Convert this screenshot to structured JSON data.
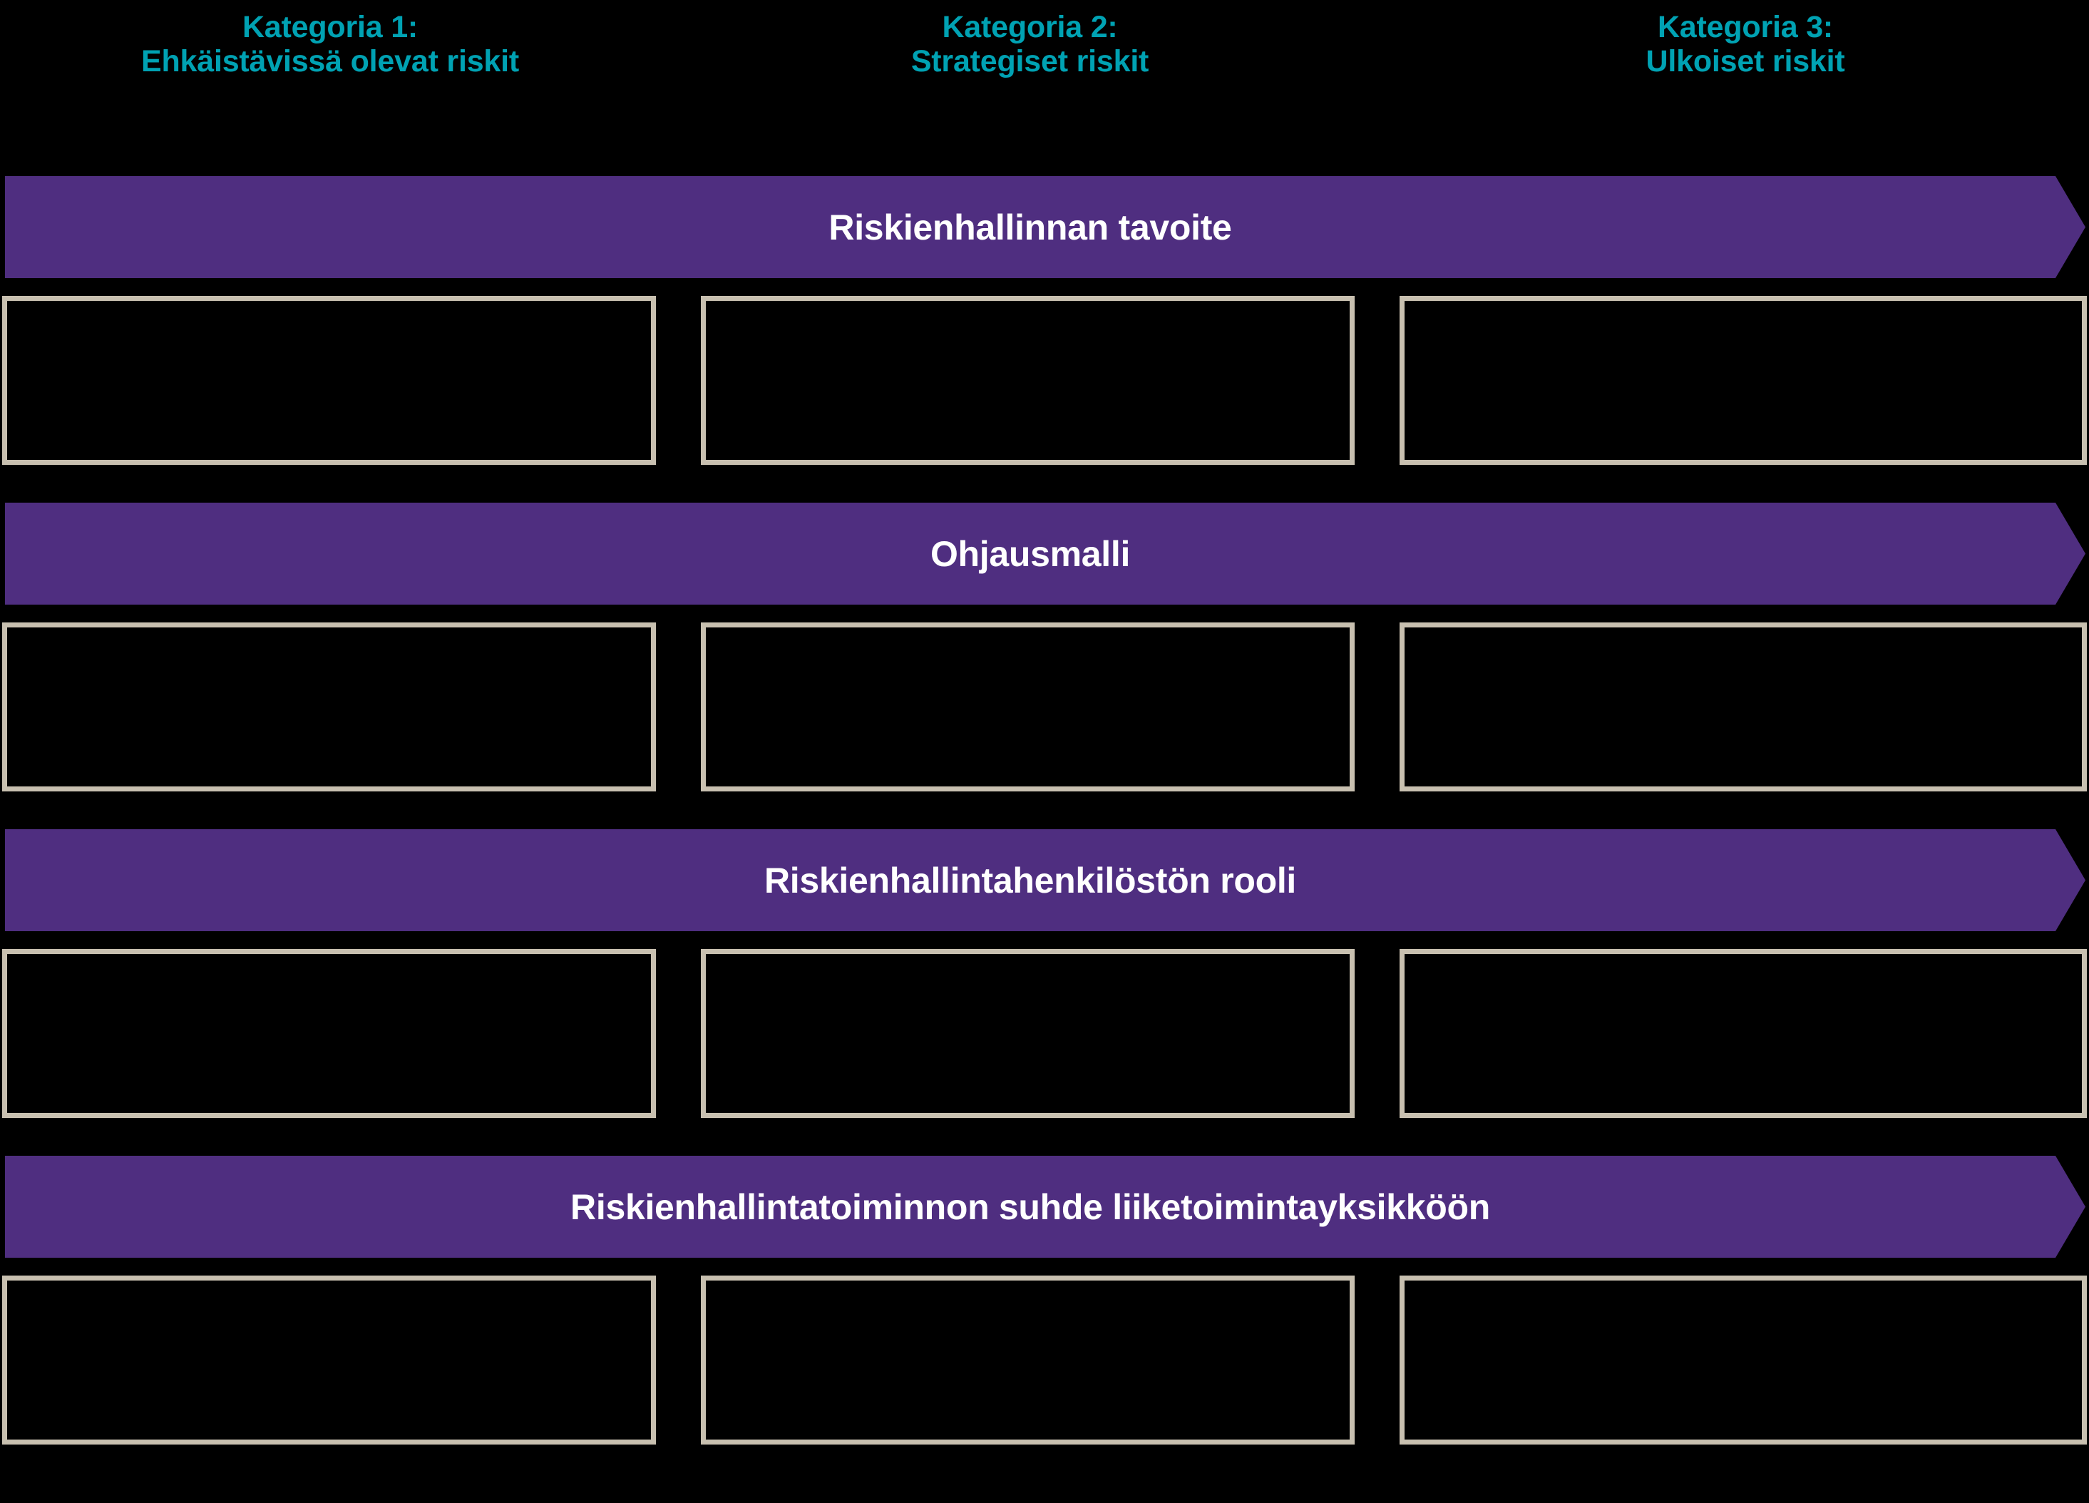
{
  "colors": {
    "background": "#000000",
    "heading_teal": "#00a2b3",
    "banner_purple": "#4f2e80",
    "banner_text": "#ffffff",
    "box_border_beige": "#c8c0b0"
  },
  "column_headers": [
    {
      "line1": "Kategoria 1:",
      "line2": "Ehkäistävissä olevat riskit"
    },
    {
      "line1": "Kategoria 2:",
      "line2": "Strategiset riskit"
    },
    {
      "line1": "Kategoria 3:",
      "line2": "Ulkoiset riskit"
    }
  ],
  "rows": [
    {
      "banner_label": "Riskienhallinnan tavoite",
      "cells": [
        {
          "text": ""
        },
        {
          "text": ""
        },
        {
          "text": ""
        }
      ]
    },
    {
      "banner_label": "Ohjausmalli",
      "cells": [
        {
          "text": ""
        },
        {
          "text": ""
        },
        {
          "text": ""
        }
      ]
    },
    {
      "banner_label": "Riskienhallintahenkilöstön rooli",
      "cells": [
        {
          "text": ""
        },
        {
          "text": ""
        },
        {
          "text": ""
        }
      ]
    },
    {
      "banner_label": "Riskienhallintatoiminnon suhde liiketoimintayksikköön",
      "cells": [
        {
          "text": ""
        },
        {
          "text": ""
        },
        {
          "text": ""
        }
      ]
    }
  ]
}
